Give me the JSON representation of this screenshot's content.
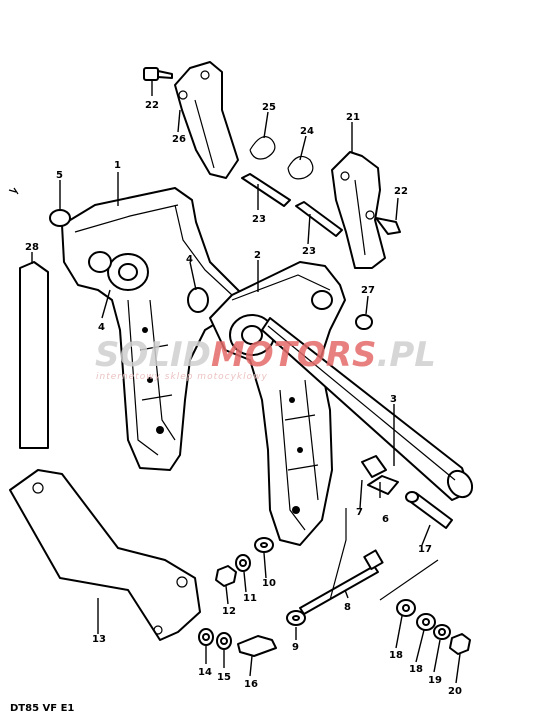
{
  "diagram": {
    "model_code": "DT85 VF E1",
    "watermark": {
      "brand_gray": "SOLID",
      "brand_red": "MOTORS",
      "brand_suffix": ".PL",
      "tagline": "internetowy sklep motocyklowy",
      "gray_color": "#d0d0d0",
      "red_color": "#e46a6a"
    },
    "callouts": [
      {
        "id": "c1",
        "text": "1"
      },
      {
        "id": "c2",
        "text": "2"
      },
      {
        "id": "c3",
        "text": "3"
      },
      {
        "id": "c4a",
        "text": "4"
      },
      {
        "id": "c4b",
        "text": "4"
      },
      {
        "id": "c5",
        "text": "5"
      },
      {
        "id": "c6",
        "text": "6"
      },
      {
        "id": "c7",
        "text": "7"
      },
      {
        "id": "c8",
        "text": "8"
      },
      {
        "id": "c9",
        "text": "9"
      },
      {
        "id": "c10",
        "text": "10"
      },
      {
        "id": "c11",
        "text": "11"
      },
      {
        "id": "c12",
        "text": "12"
      },
      {
        "id": "c13",
        "text": "13"
      },
      {
        "id": "c14",
        "text": "14"
      },
      {
        "id": "c15",
        "text": "15"
      },
      {
        "id": "c16",
        "text": "16"
      },
      {
        "id": "c17",
        "text": "17"
      },
      {
        "id": "c18a",
        "text": "18"
      },
      {
        "id": "c18b",
        "text": "18"
      },
      {
        "id": "c19",
        "text": "19"
      },
      {
        "id": "c20",
        "text": "20"
      },
      {
        "id": "c21",
        "text": "21"
      },
      {
        "id": "c22a",
        "text": "22"
      },
      {
        "id": "c22b",
        "text": "22"
      },
      {
        "id": "c23a",
        "text": "23"
      },
      {
        "id": "c23b",
        "text": "23"
      },
      {
        "id": "c24",
        "text": "24"
      },
      {
        "id": "c25",
        "text": "25"
      },
      {
        "id": "c26",
        "text": "26"
      },
      {
        "id": "c27",
        "text": "27"
      },
      {
        "id": "c28",
        "text": "28"
      }
    ]
  }
}
